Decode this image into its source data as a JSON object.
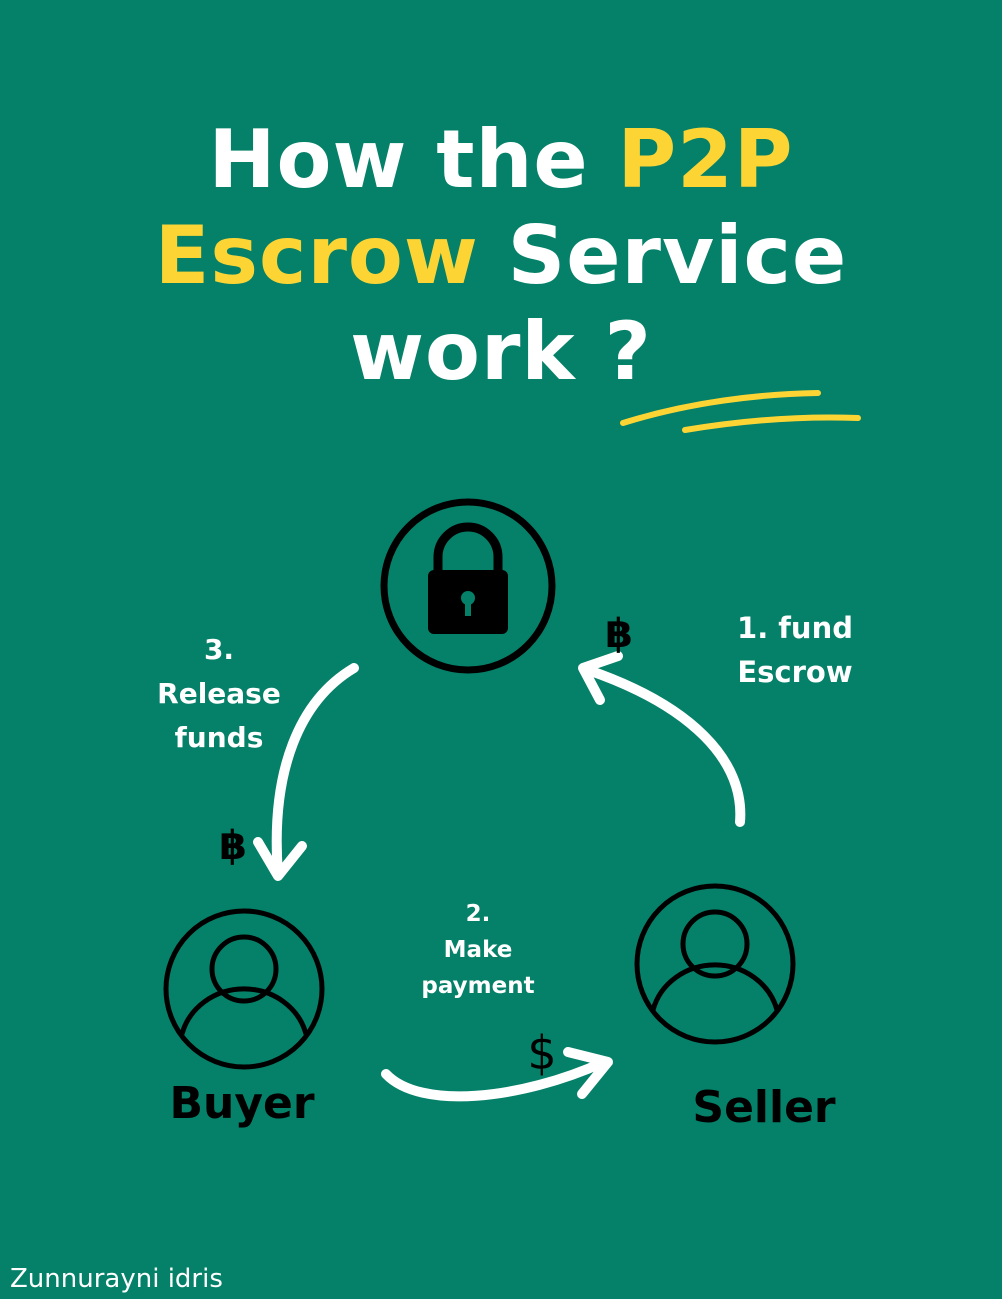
{
  "title": {
    "line1_plain": "How the ",
    "line1_highlight": "P2P",
    "line2_highlight": "Escrow",
    "line2_plain": " Service",
    "line3_plain": "work ?"
  },
  "colors": {
    "background": "#058069",
    "highlight": "#fcd535",
    "text": "#ffffff",
    "icon": "#000000"
  },
  "steps": {
    "step1": "1. fund\nEscrow",
    "step2": "2.\nMake\npayment",
    "step3": "3.\nRelease\nfunds"
  },
  "roles": {
    "buyer": "Buyer",
    "seller": "Seller"
  },
  "currency": {
    "btc_to_escrow": "฿",
    "btc_to_buyer": "฿",
    "usd_to_seller": "$"
  },
  "icons": {
    "escrow": "lock-icon",
    "buyer": "user-icon",
    "seller": "user-icon"
  },
  "credit": "Zunnurayni idris"
}
